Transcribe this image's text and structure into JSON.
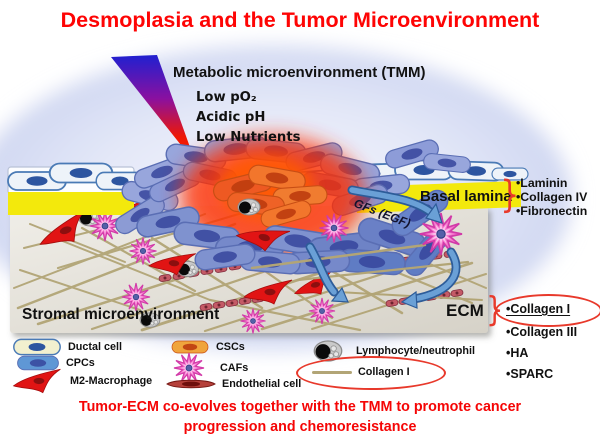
{
  "title": "Desmoplasia and the Tumor Microenvironment",
  "tmm": {
    "heading": "Metabolic microenvironment (TMM)",
    "items": [
      "Low pO₂",
      "Acidic pH",
      "Low Nutrients"
    ]
  },
  "gfs_label": "GFs (EGF)",
  "basal_lamina": {
    "label": "Basal lamina",
    "components": [
      "•Laminin",
      "•Collagen IV",
      "•Fibronectin"
    ]
  },
  "stromal_label": "Stromal microenvironment",
  "ecm": {
    "label": "ECM",
    "components": [
      "•Collagen I",
      "•Collagen III",
      "•HA",
      "•SPARC"
    ],
    "highlighted_component": "Collagen I"
  },
  "legend": {
    "items": [
      "Ductal cell",
      "CPCs",
      "M2-Macrophage",
      "CSCs",
      "CAFs",
      "Endothelial cell",
      "Lymphocyte/neutrophil",
      "Collagen I"
    ]
  },
  "caption": {
    "line1": "Tumor-ECM co-evolves together with the TMM  to promote cancer",
    "line2": "progression and chemoresistance"
  },
  "glyphs": {
    "brace": "}"
  },
  "colors": {
    "title_red": "#fe0404",
    "caption_red": "#f50505",
    "annotation_red": "#e8392b",
    "basal_lamina_yellow": "#f3e90c",
    "arrow_blue": "#6aa0d6",
    "tumor_cell_blue": "#7f92cf",
    "hypoxic_core_red": "#ff2e00",
    "stroma_gray": "#ddd9d0",
    "collagen_tan": "#b2a576",
    "caf_pink": "#f575cc",
    "macrophage_red": "#e11414",
    "csc_orange": "#f0a43c",
    "cpc_blue": "#5f97d5",
    "background_lavender": "#c6cdec"
  }
}
